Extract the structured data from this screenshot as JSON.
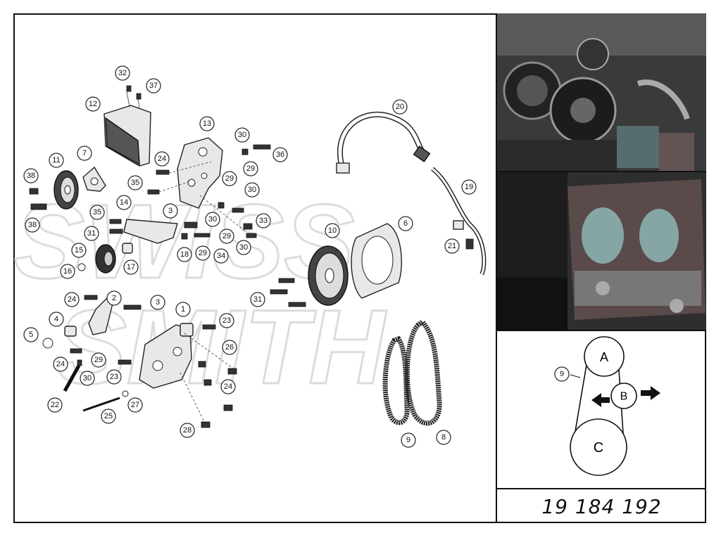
{
  "callouts": [
    {
      "id": "c32",
      "label": "32"
    },
    {
      "id": "c37",
      "label": "37"
    },
    {
      "id": "c12",
      "label": "12"
    },
    {
      "id": "c13",
      "label": "13"
    },
    {
      "id": "c30a",
      "label": "30"
    },
    {
      "id": "c36",
      "label": "36"
    },
    {
      "id": "c29a",
      "label": "29"
    },
    {
      "id": "c7",
      "label": "7"
    },
    {
      "id": "c11",
      "label": "11"
    },
    {
      "id": "c24a",
      "label": "24"
    },
    {
      "id": "c38a",
      "label": "38"
    },
    {
      "id": "c35a",
      "label": "35"
    },
    {
      "id": "c29b",
      "label": "29"
    },
    {
      "id": "c30b",
      "label": "30"
    },
    {
      "id": "c14",
      "label": "14"
    },
    {
      "id": "c3a",
      "label": "3"
    },
    {
      "id": "c38b",
      "label": "38"
    },
    {
      "id": "c35b",
      "label": "35"
    },
    {
      "id": "c30c",
      "label": "30"
    },
    {
      "id": "c33",
      "label": "33"
    },
    {
      "id": "c31a",
      "label": "31"
    },
    {
      "id": "c29c",
      "label": "29"
    },
    {
      "id": "c15",
      "label": "15"
    },
    {
      "id": "c18",
      "label": "18"
    },
    {
      "id": "c29d",
      "label": "29"
    },
    {
      "id": "c34",
      "label": "34"
    },
    {
      "id": "c30d",
      "label": "30"
    },
    {
      "id": "c16",
      "label": "16"
    },
    {
      "id": "c17",
      "label": "17"
    },
    {
      "id": "c20",
      "label": "20"
    },
    {
      "id": "c19",
      "label": "19"
    },
    {
      "id": "c10",
      "label": "10"
    },
    {
      "id": "c6",
      "label": "6"
    },
    {
      "id": "c21",
      "label": "21"
    },
    {
      "id": "c31b",
      "label": "31"
    },
    {
      "id": "c24b",
      "label": "24"
    },
    {
      "id": "c2",
      "label": "2"
    },
    {
      "id": "c3b",
      "label": "3"
    },
    {
      "id": "c1",
      "label": "1"
    },
    {
      "id": "c4",
      "label": "4"
    },
    {
      "id": "c23a",
      "label": "23"
    },
    {
      "id": "c5",
      "label": "5"
    },
    {
      "id": "c26",
      "label": "26"
    },
    {
      "id": "c24c",
      "label": "24"
    },
    {
      "id": "c29e",
      "label": "29"
    },
    {
      "id": "c30e",
      "label": "30"
    },
    {
      "id": "c23b",
      "label": "23"
    },
    {
      "id": "c24d",
      "label": "24"
    },
    {
      "id": "c22",
      "label": "22"
    },
    {
      "id": "c27",
      "label": "27"
    },
    {
      "id": "c25",
      "label": "25"
    },
    {
      "id": "c28",
      "label": "28"
    },
    {
      "id": "c9",
      "label": "9"
    },
    {
      "id": "c8",
      "label": "8"
    }
  ],
  "belt_diagram": {
    "belt_label": "9",
    "pulley_a": "A",
    "pulley_b": "B",
    "pulley_c": "C"
  },
  "watermark": {
    "line1": "SWISS",
    "line2": "SMITH"
  },
  "part_number": "19 184 192"
}
